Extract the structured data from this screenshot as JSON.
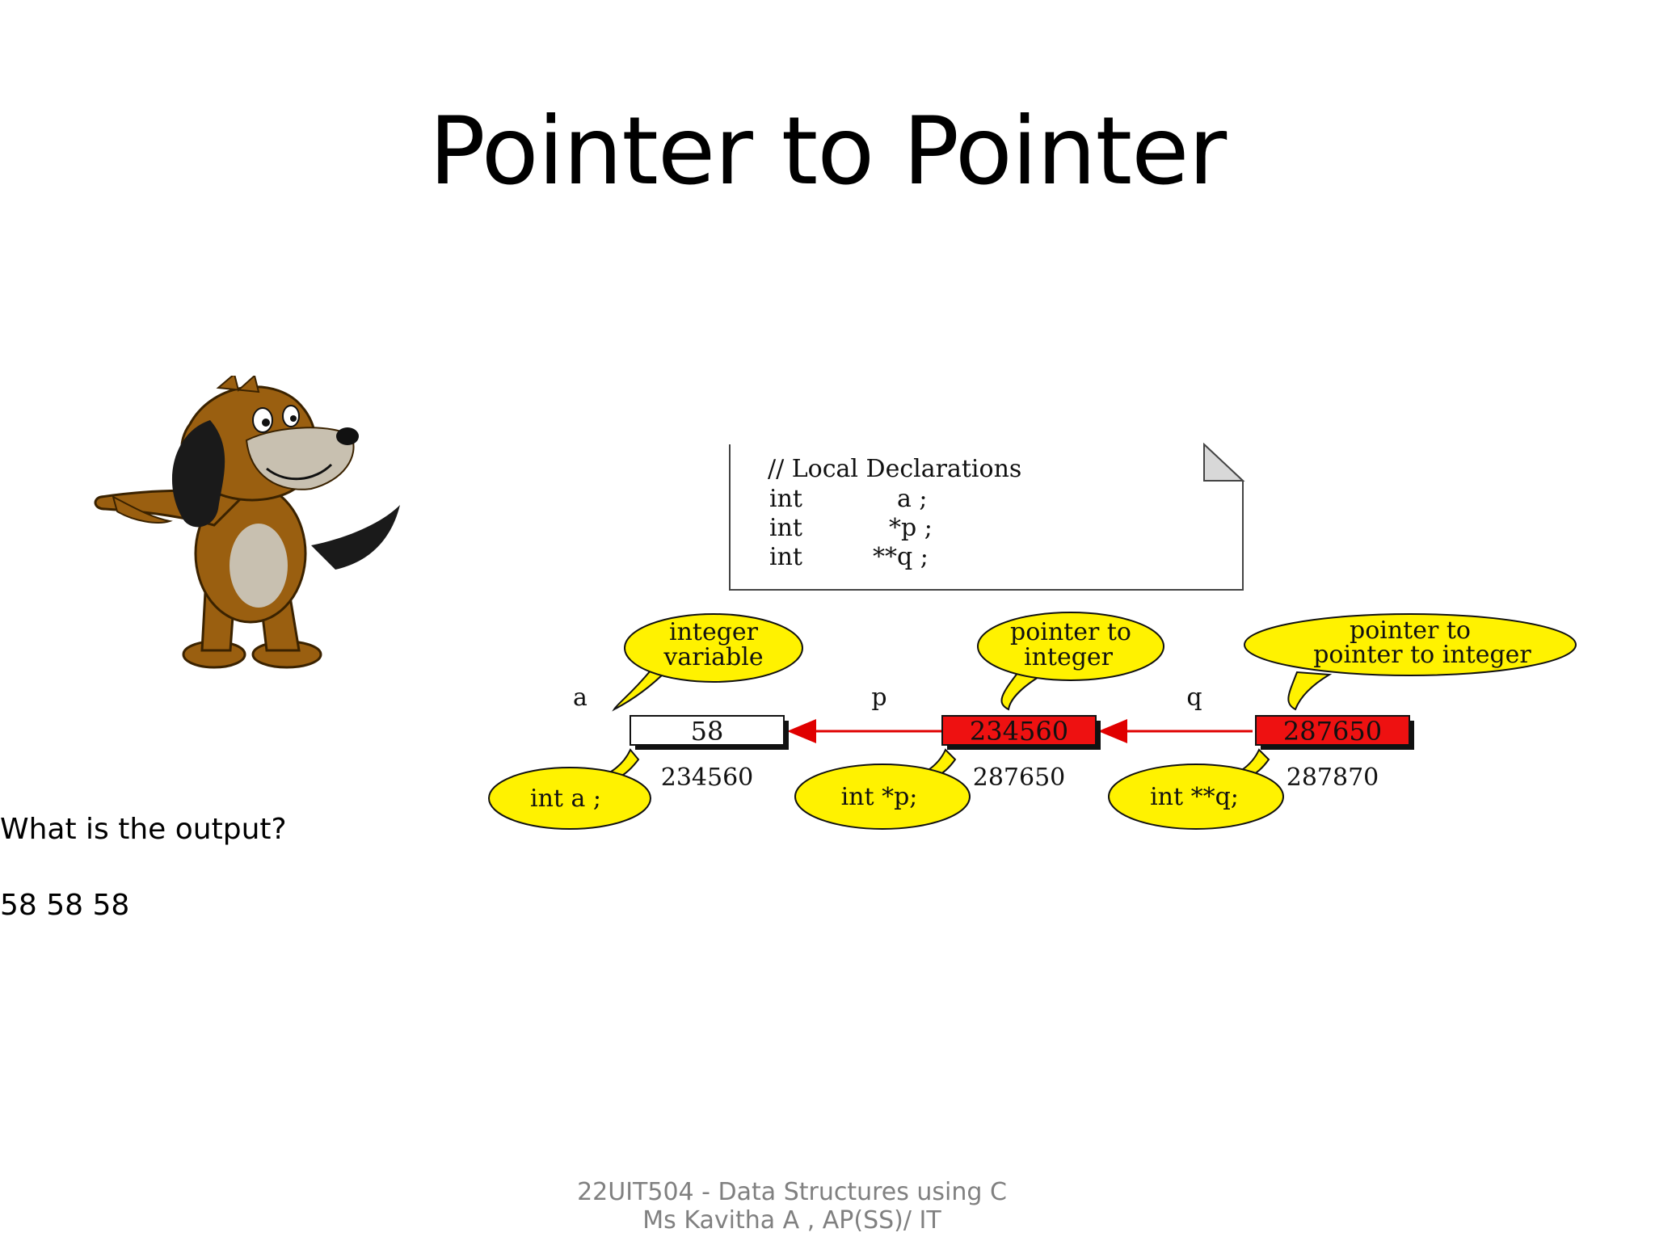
{
  "slide": {
    "title": "Pointer to Pointer",
    "question": "What is the output?",
    "answer": "58 58 58"
  },
  "diagram": {
    "note": {
      "comment": "//  Local Declarations",
      "lines": [
        {
          "type": "int",
          "name": "a ;"
        },
        {
          "type": "int",
          "name": "*p ;"
        },
        {
          "type": "int",
          "name": "**q ;"
        }
      ]
    },
    "variables": [
      {
        "label": "a",
        "value": "58",
        "address": "234560",
        "kind": "integer",
        "callout_top": [
          "integer",
          "variable"
        ],
        "callout_bottom": "int  a ;"
      },
      {
        "label": "p",
        "value": "234560",
        "address": "287650",
        "kind": "pointer",
        "callout_top": [
          "pointer to",
          "integer"
        ],
        "callout_bottom": "int  *p;"
      },
      {
        "label": "q",
        "value": "287650",
        "address": "287870",
        "kind": "pointer",
        "callout_top": [
          "pointer to",
          "pointer to integer"
        ],
        "callout_bottom": "int  **q;"
      }
    ],
    "colors": {
      "pointer_box": "#ee1111",
      "callout": "#fff200",
      "arrow": "#e00000"
    }
  },
  "footer": {
    "line1": "22UIT504 - Data Structures using C",
    "line2": "Ms Kavitha A , AP(SS)/ IT"
  }
}
